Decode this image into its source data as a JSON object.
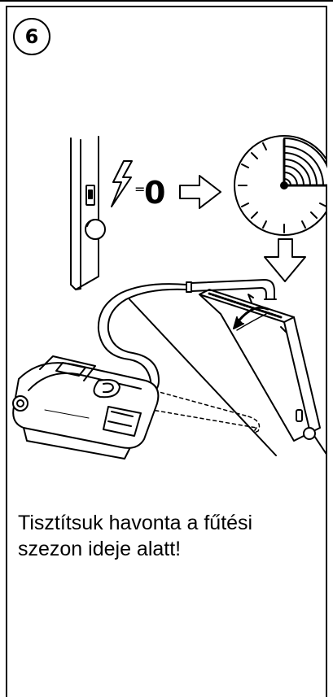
{
  "step": {
    "number": "6"
  },
  "illustration": {
    "power_equals": "=",
    "power_value": "0",
    "icons": [
      "lightning-icon",
      "arrow-right-icon",
      "clock-icon",
      "arrow-down-icon",
      "vacuum-cleaner-icon",
      "heater-panel-icon"
    ]
  },
  "caption": {
    "line1": "Tisztítsuk havonta a fűtési",
    "line2": "szezon ideje alatt!"
  }
}
